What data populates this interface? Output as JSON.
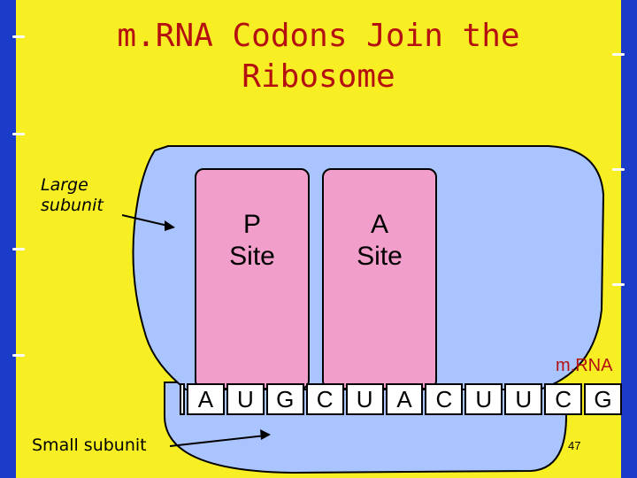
{
  "title": "m.RNA Codons Join the Ribosome",
  "labels": {
    "large_subunit": "Large subunit",
    "small_subunit": "Small subunit",
    "mrna": "m.RNA"
  },
  "sites": [
    {
      "letter": "P",
      "word": "Site"
    },
    {
      "letter": "A",
      "word": "Site"
    }
  ],
  "mrna_bases": [
    "A",
    "U",
    "G",
    "C",
    "U",
    "A",
    "C",
    "U",
    "U",
    "C",
    "G"
  ],
  "slide_number": "47",
  "colors": {
    "background_border": "#1a3cc8",
    "slide": "#f7ef24",
    "title": "#b51010",
    "ribosome": "#a9c4ff",
    "site_fill": "#f29ecb",
    "strand_fill": "#ffffff"
  }
}
